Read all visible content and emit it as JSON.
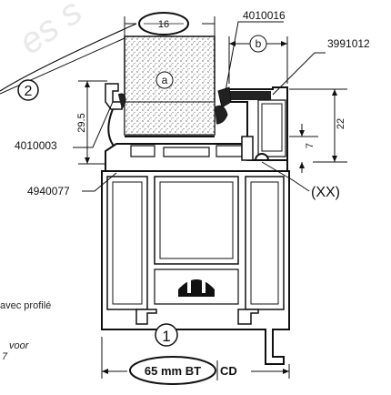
{
  "watermark": "es s",
  "callouts": {
    "circle_1": "1",
    "circle_2": "2",
    "circle_a": "a",
    "circle_b": "b",
    "xx": "(XX)"
  },
  "part_numbers": {
    "p4010016": "4010016",
    "p3991012": "3991012",
    "p4010003": "4010003",
    "p4940077": "4940077"
  },
  "dimensions": {
    "glass_width": "16",
    "height_left": "29.5",
    "height_right": "22",
    "gap": "7"
  },
  "footer": {
    "system_label": "65 mm BT",
    "cd_label": "CD"
  },
  "side_notes": {
    "note1": "avec profilé",
    "note2": "voor",
    "note3": "7"
  }
}
